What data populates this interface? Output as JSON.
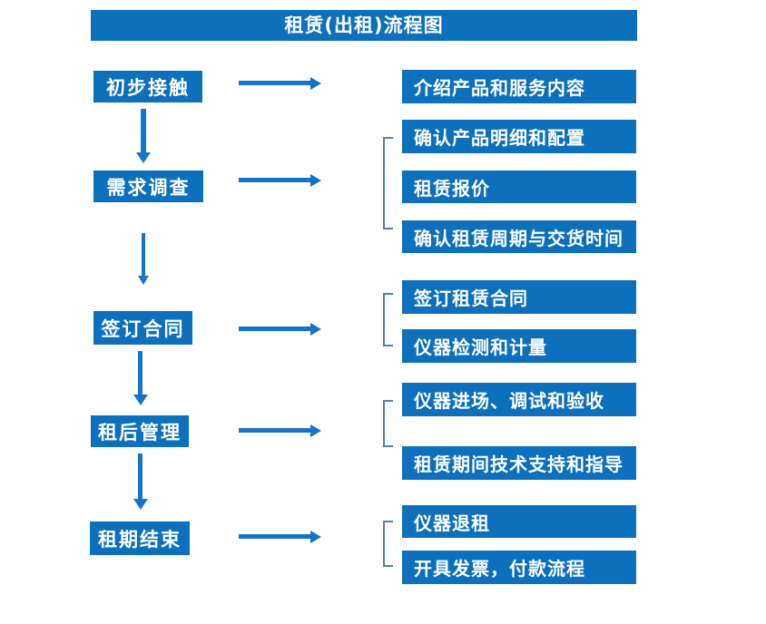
{
  "title": "租赁(出租)流程图",
  "colors": {
    "box_fill": "#0d70bc",
    "arrow": "#1573cb",
    "bracket": "#4d7fbd",
    "text": "#ffffff",
    "background": "#ffffff"
  },
  "steps": [
    {
      "label": "初步接触",
      "details": [
        "介绍产品和服务内容"
      ]
    },
    {
      "label": "需求调查",
      "details": [
        "确认产品明细和配置",
        "租赁报价",
        "确认租赁周期与交货时间"
      ]
    },
    {
      "label": "签订合同",
      "details": [
        "签订租赁合同",
        "仪器检测和计量"
      ]
    },
    {
      "label": "租后管理",
      "details": [
        "仪器进场、调试和验收",
        "租赁期间技术支持和指导"
      ]
    },
    {
      "label": "租期结束",
      "details": [
        "仪器退租",
        "开具发票，付款流程"
      ]
    }
  ]
}
